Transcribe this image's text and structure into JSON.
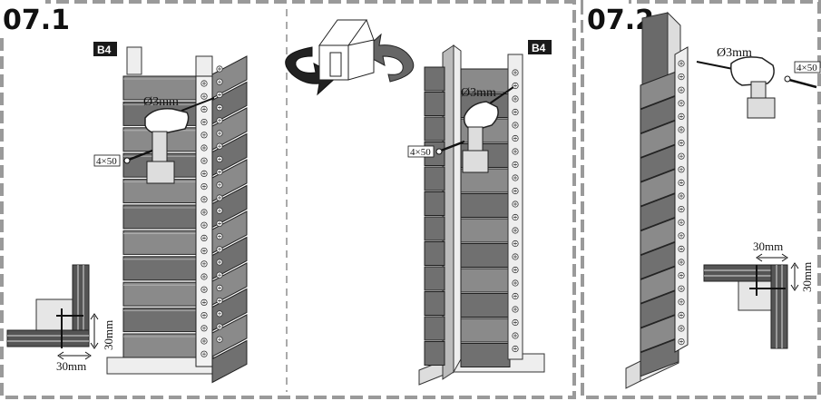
{
  "steps": {
    "left": "07.1",
    "right": "07.2"
  },
  "tags": {
    "left": "B4",
    "middle": "B4"
  },
  "tools": {
    "drill_bit": "Ø3mm",
    "screw": "4×50"
  },
  "details": {
    "left_vertical": "30mm",
    "left_horizontal": "30mm",
    "right_horizontal": "30mm",
    "right_vertical": "30mm"
  },
  "icons": [
    "rotate-arrow-icon",
    "shed-icon",
    "drill-icon",
    "screw-icon"
  ],
  "colors": {
    "frame": "#a0a0a0",
    "panel": "#707070",
    "panel_light": "#8a8a8a",
    "tag_bg": "#1a1a1a"
  }
}
